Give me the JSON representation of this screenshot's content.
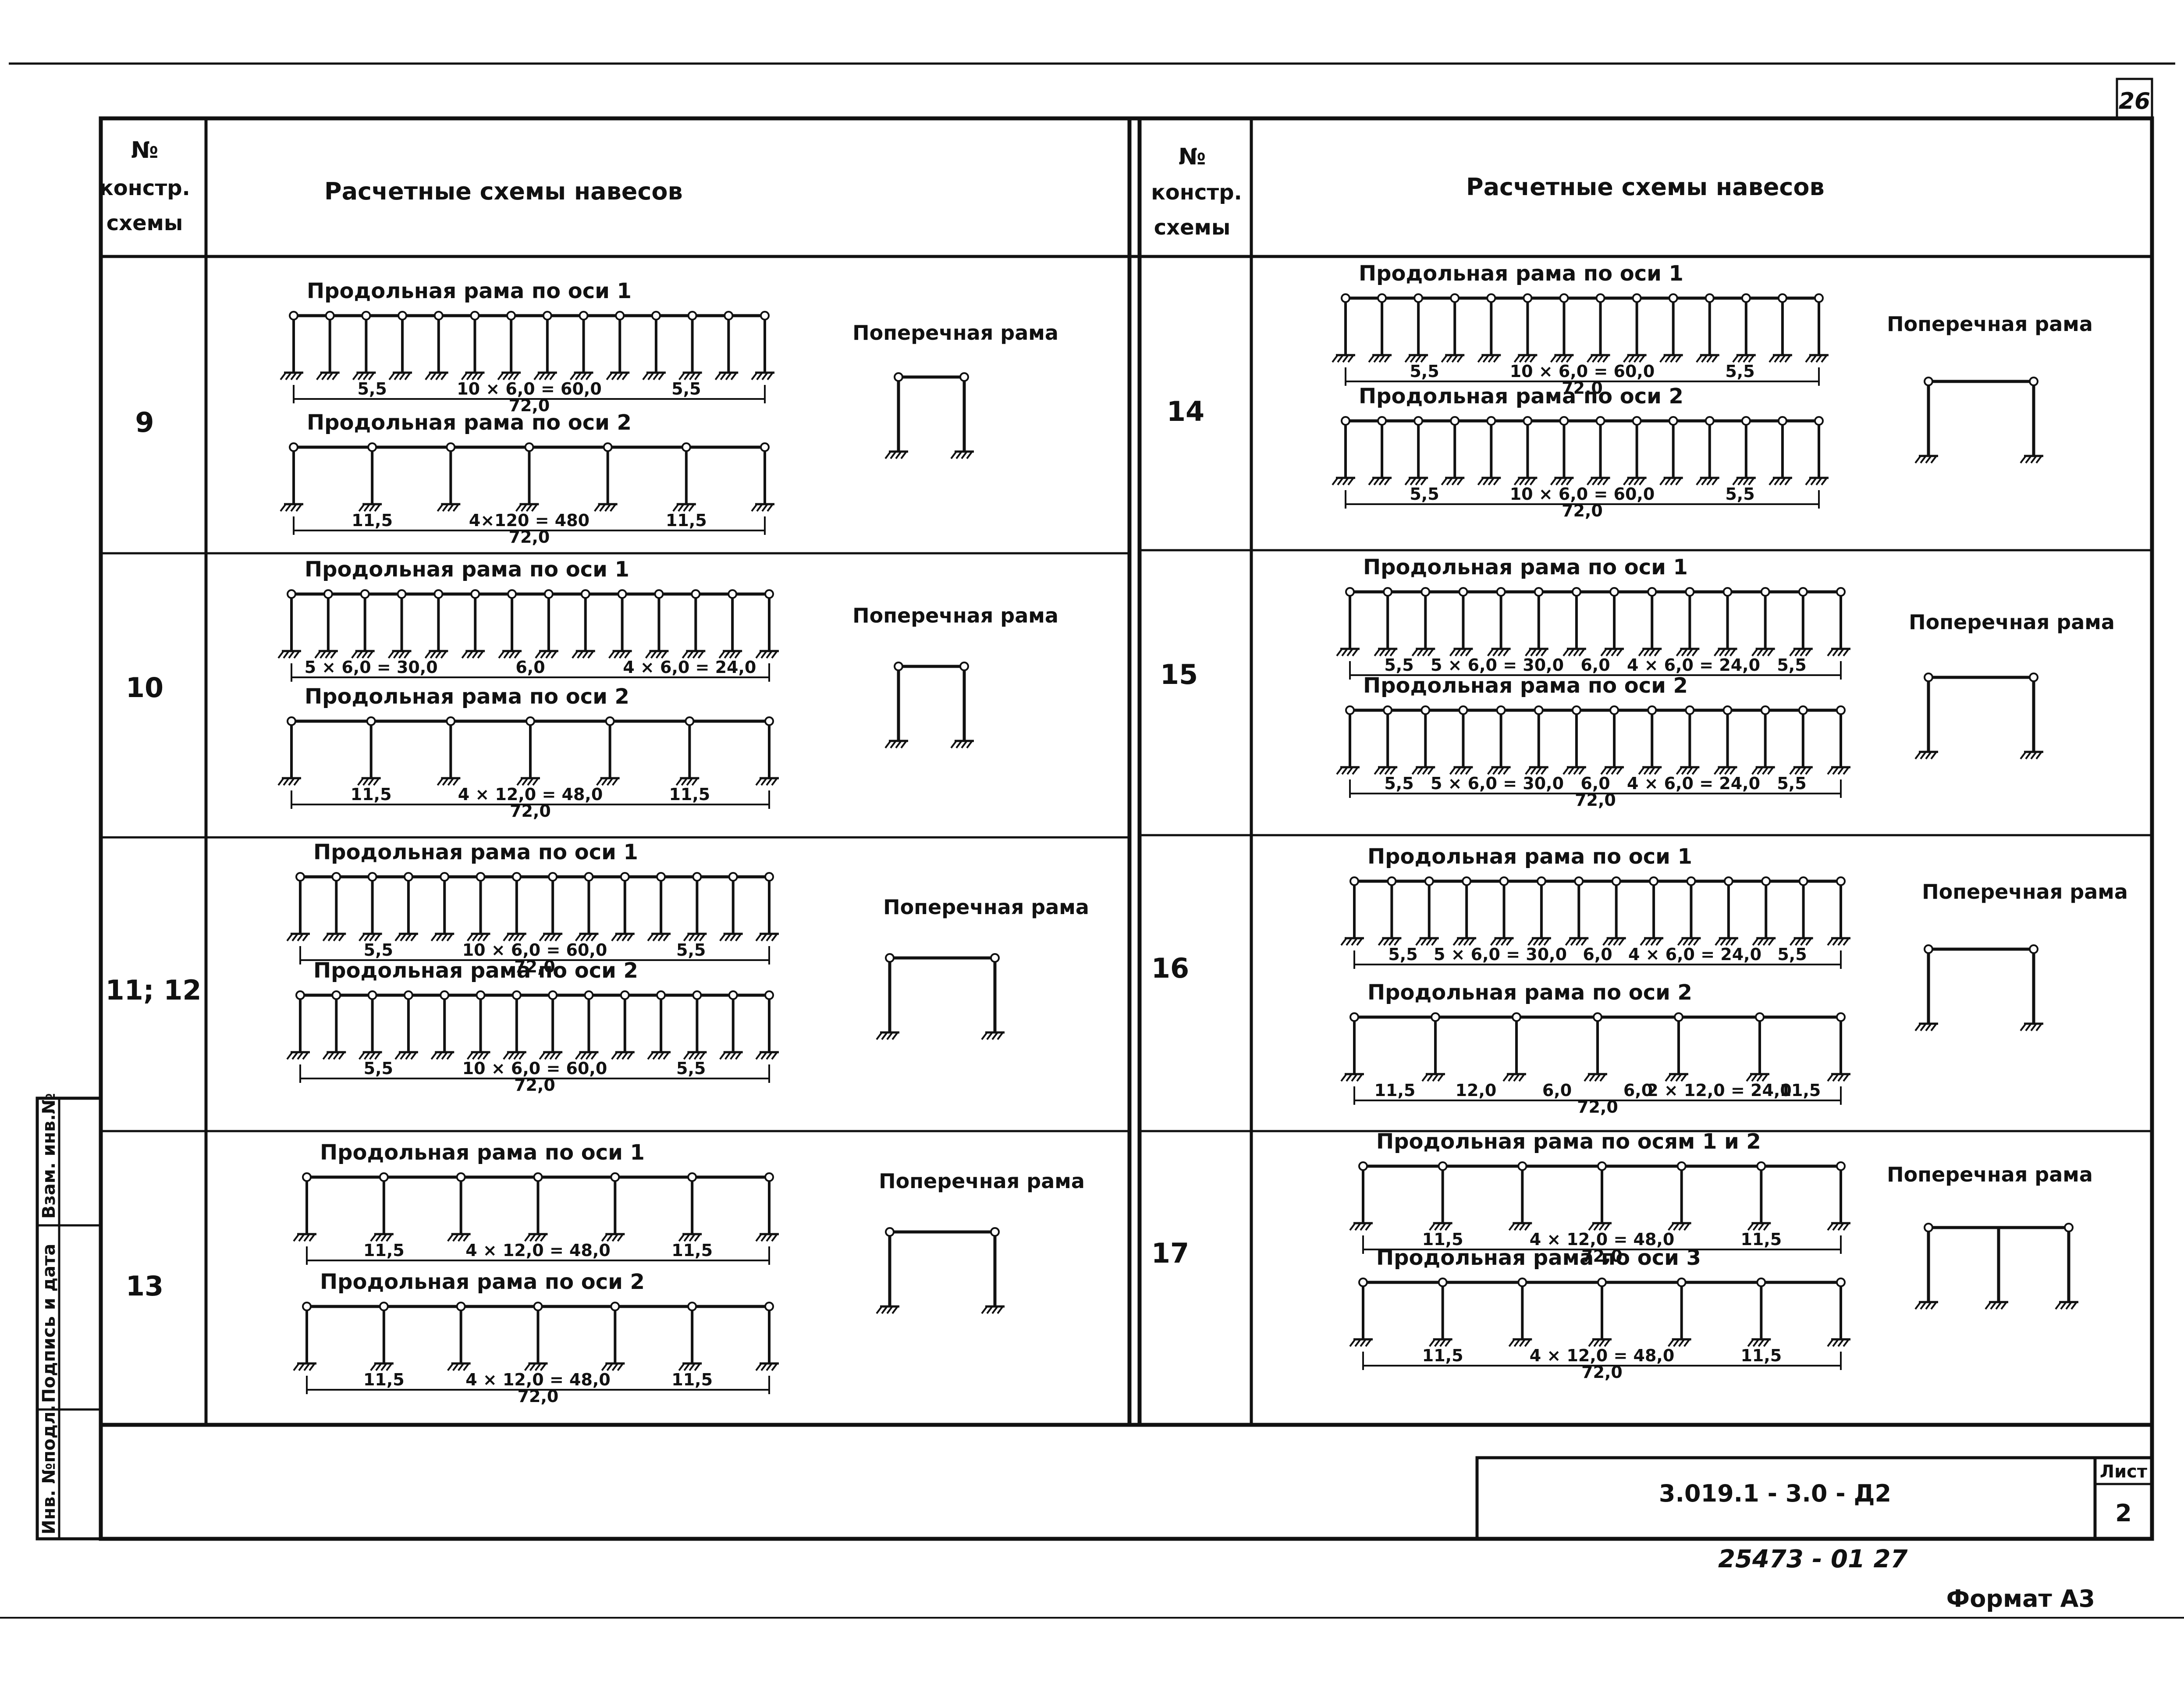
{
  "sheet": {
    "page_number": "26",
    "header_left": {
      "col_no": [
        "№",
        "констр.",
        "схемы"
      ],
      "col_title": "Расчетные схемы навесов"
    },
    "header_right": {
      "col_no": [
        "№",
        "констр.",
        "схемы"
      ],
      "col_title": "Расчетные схемы навесов"
    },
    "side_stamp": [
      "Инв. №подл.",
      "Подпись и дата",
      "Взам. инв.№"
    ],
    "title_block": {
      "code": "3.019.1 - 3.0 - Д2",
      "list_label": "Лист",
      "list_number": "2"
    },
    "bottom_note": "25473 - 01    27",
    "format": "Формат А3"
  },
  "rows": [
    {
      "id": "9",
      "cross_label": "Поперечная рама",
      "frames": [
        {
          "title": "Продольная рама по оси 1",
          "dims": [
            "5,5",
            "10 × 6,0 = 60,0",
            "5,5"
          ],
          "total": "72,0"
        },
        {
          "title": "Продольная рама по оси 2",
          "dims": [
            "11,5",
            "4×120 = 480",
            "11,5"
          ],
          "total": "72,0"
        }
      ]
    },
    {
      "id": "10",
      "cross_label": "Поперечная рама",
      "frames": [
        {
          "title": "Продольная рама по оси 1",
          "dims": [
            "5 × 6,0 = 30,0",
            "6,0",
            "4 × 6,0 = 24,0"
          ],
          "total": ""
        },
        {
          "title": "Продольная рама по оси 2",
          "dims": [
            "11,5",
            "4 × 12,0 = 48,0",
            "11,5"
          ],
          "total": "72,0"
        }
      ]
    },
    {
      "id": "11; 12",
      "cross_label": "Поперечная рама",
      "frames": [
        {
          "title": "Продольная рама по оси 1",
          "dims": [
            "5,5",
            "10 × 6,0 = 60,0",
            "5,5"
          ],
          "total": "72,0"
        },
        {
          "title": "Продольная рама по оси 2",
          "dims": [
            "5,5",
            "10 × 6,0 = 60,0",
            "5,5"
          ],
          "total": "72,0"
        }
      ]
    },
    {
      "id": "13",
      "cross_label": "Поперечная рама",
      "frames": [
        {
          "title": "Продольная рама по оси 1",
          "dims": [
            "11,5",
            "4 × 12,0 = 48,0",
            "11,5"
          ],
          "total": ""
        },
        {
          "title": "Продольная рама по оси 2",
          "dims": [
            "11,5",
            "4 × 12,0 = 48,0",
            "11,5"
          ],
          "total": "72,0"
        }
      ]
    },
    {
      "id": "14",
      "cross_label": "Поперечная рама",
      "frames": [
        {
          "title": "Продольная рама по оси 1",
          "dims": [
            "5,5",
            "10 × 6,0 = 60,0",
            "5,5"
          ],
          "total": "72,0"
        },
        {
          "title": "Продольная рама по оси 2",
          "dims": [
            "5,5",
            "10 × 6,0 = 60,0",
            "5,5"
          ],
          "total": "72,0"
        }
      ]
    },
    {
      "id": "15",
      "cross_label": "Поперечная рама",
      "frames": [
        {
          "title": "Продольная рама по оси 1",
          "dims": [
            "5,5",
            "5 × 6,0 = 30,0",
            "6,0",
            "4 × 6,0 = 24,0",
            "5,5"
          ],
          "total": ""
        },
        {
          "title": "Продольная рама по оси 2",
          "dims": [
            "5,5",
            "5 × 6,0 = 30,0",
            "6,0",
            "4 × 6,0 = 24,0",
            "5,5"
          ],
          "total": "72,0"
        }
      ]
    },
    {
      "id": "16",
      "cross_label": "Поперечная рама",
      "frames": [
        {
          "title": "Продольная рама по оси 1",
          "dims": [
            "5,5",
            "5 × 6,0 = 30,0",
            "6,0",
            "4 × 6,0 = 24,0",
            "5,5"
          ],
          "total": ""
        },
        {
          "title": "Продольная рама по оси 2",
          "dims": [
            "11,5",
            "12,0",
            "6,0",
            "6,0",
            "2 × 12,0 = 24,0",
            "11,5"
          ],
          "total": "72,0"
        }
      ]
    },
    {
      "id": "17",
      "cross_label": "Поперечная рама",
      "frames": [
        {
          "title": "Продольная рама по осям 1 и 2",
          "dims": [
            "11,5",
            "4 × 12,0 = 48,0",
            "11,5"
          ],
          "total": "72,0"
        },
        {
          "title": "Продольная рама по оси 3",
          "dims": [
            "11,5",
            "4 × 12,0 = 48,0",
            "11,5"
          ],
          "total": "72,0"
        }
      ]
    }
  ]
}
